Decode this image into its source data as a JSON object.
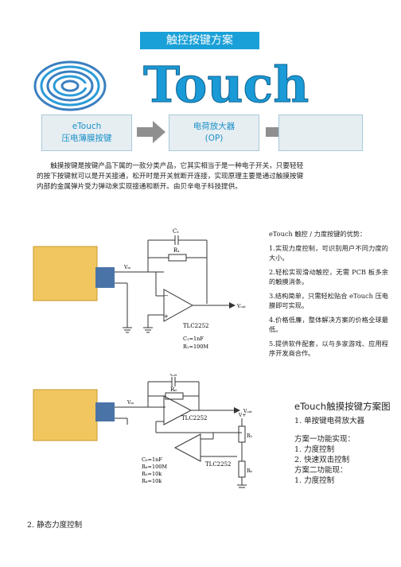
{
  "banner": {
    "title": "触控按键方案"
  },
  "logo": {
    "text": "Touch"
  },
  "flow": {
    "box1": {
      "line1": "eTouch",
      "line2": "压电薄膜按键"
    },
    "box2": {
      "line1": "电荷放大器",
      "line2": "(OP)"
    },
    "box3": {
      "line1": ""
    }
  },
  "intro": {
    "text": "触摸按键是按键产品下属的一款分类产品，它其实相当于是一种电子开关，只要轻轻的按下按键就可以是开关接通，松开时是开关就断开连接，实现原理主要是通过触摸按键内部的金属弹片受力弹动来实现接通和断开。由贝辛电子科技提供。"
  },
  "circuit1": {
    "c1": "C₁",
    "r1": "R₁",
    "vin": "Vᵢₙ",
    "vout": "Vₒᵤₜ",
    "chip": "TLC2252",
    "param1": "C₁=1nF",
    "param2": "R₁=100M"
  },
  "circuit2": {
    "cf": "C₆",
    "rf": "R₆",
    "vin": "Vᵢₙ",
    "vout": "Vₒᵤₜ",
    "chip1": "TLC2252",
    "chip2": "TLC2252",
    "vplus": "V+",
    "ra": "R₅",
    "rb": "R₆",
    "param1": "C₆=1nF",
    "param2": "R₆=100M",
    "param3": "R₅=10k",
    "param4": "R₆=10k"
  },
  "advantages": {
    "heading": "eTouch 触控 / 力度按键的优势：",
    "items": [
      "1.实现力度控制，可识别用户不同力度的大小。",
      "2.轻松实现滑动触控，无需 PCB 板多余的触摸消条。",
      "3.结构简单，只需轻松贴合 eTouch 压电膜即可实现。",
      "4.价格低廉，整体解决方案的价格全球最低。",
      "5.提供软件配套，以与多家游戏、应用程序开发商合作。"
    ]
  },
  "scheme": {
    "title": "eTouch触摸按键方案图",
    "line1": "1.  单按键电荷放大器",
    "line2": "方案一功能实现：",
    "line3": "1.   力度控制",
    "line4": "2.   快速双击控制",
    "line5": "方案二功能现：",
    "line6": "1.   力度控制"
  },
  "footer": {
    "text": "2.   静态力度控制"
  },
  "colors": {
    "accent": "#1aa0d8",
    "box_bg": "#e6eef2",
    "box_text": "#1a8fc8",
    "sensor": "#f2c65e"
  }
}
